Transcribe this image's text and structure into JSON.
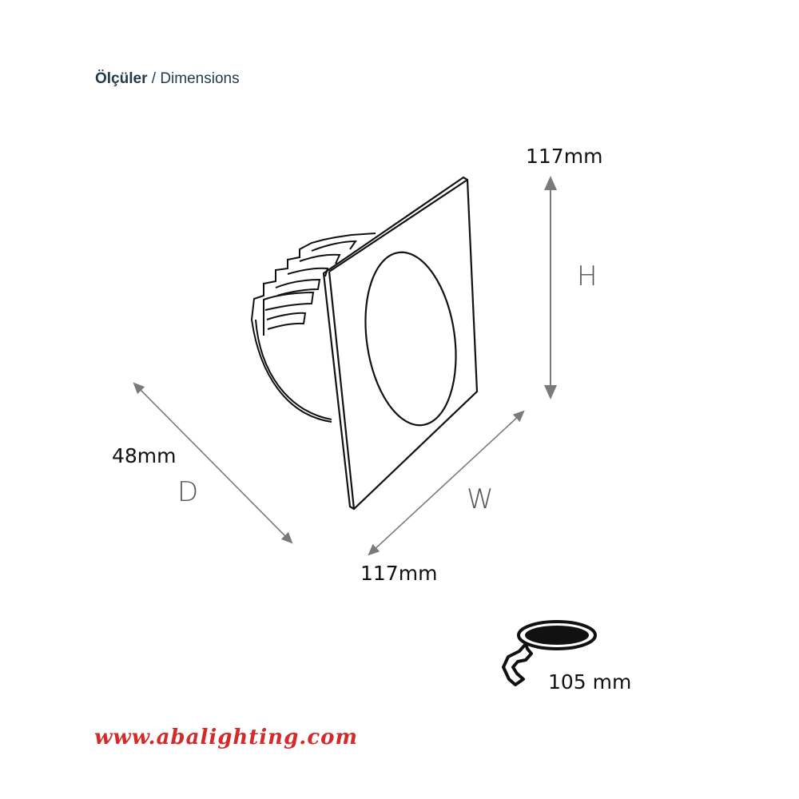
{
  "title": {
    "turkish": "Ölçüler",
    "separator": " / ",
    "english": "Dimensions"
  },
  "dimensions": {
    "height": {
      "letter": "H",
      "value": "117mm"
    },
    "width": {
      "letter": "W",
      "value": "117mm"
    },
    "depth": {
      "letter": "D",
      "value": "48mm"
    },
    "cutout": {
      "value": "105 mm"
    }
  },
  "colors": {
    "title": "#1f3b4d",
    "arrow": "#7a7a7a",
    "url": "#d42a2a",
    "line": "#111111"
  },
  "footer": {
    "url": "www.abalighting.com"
  }
}
